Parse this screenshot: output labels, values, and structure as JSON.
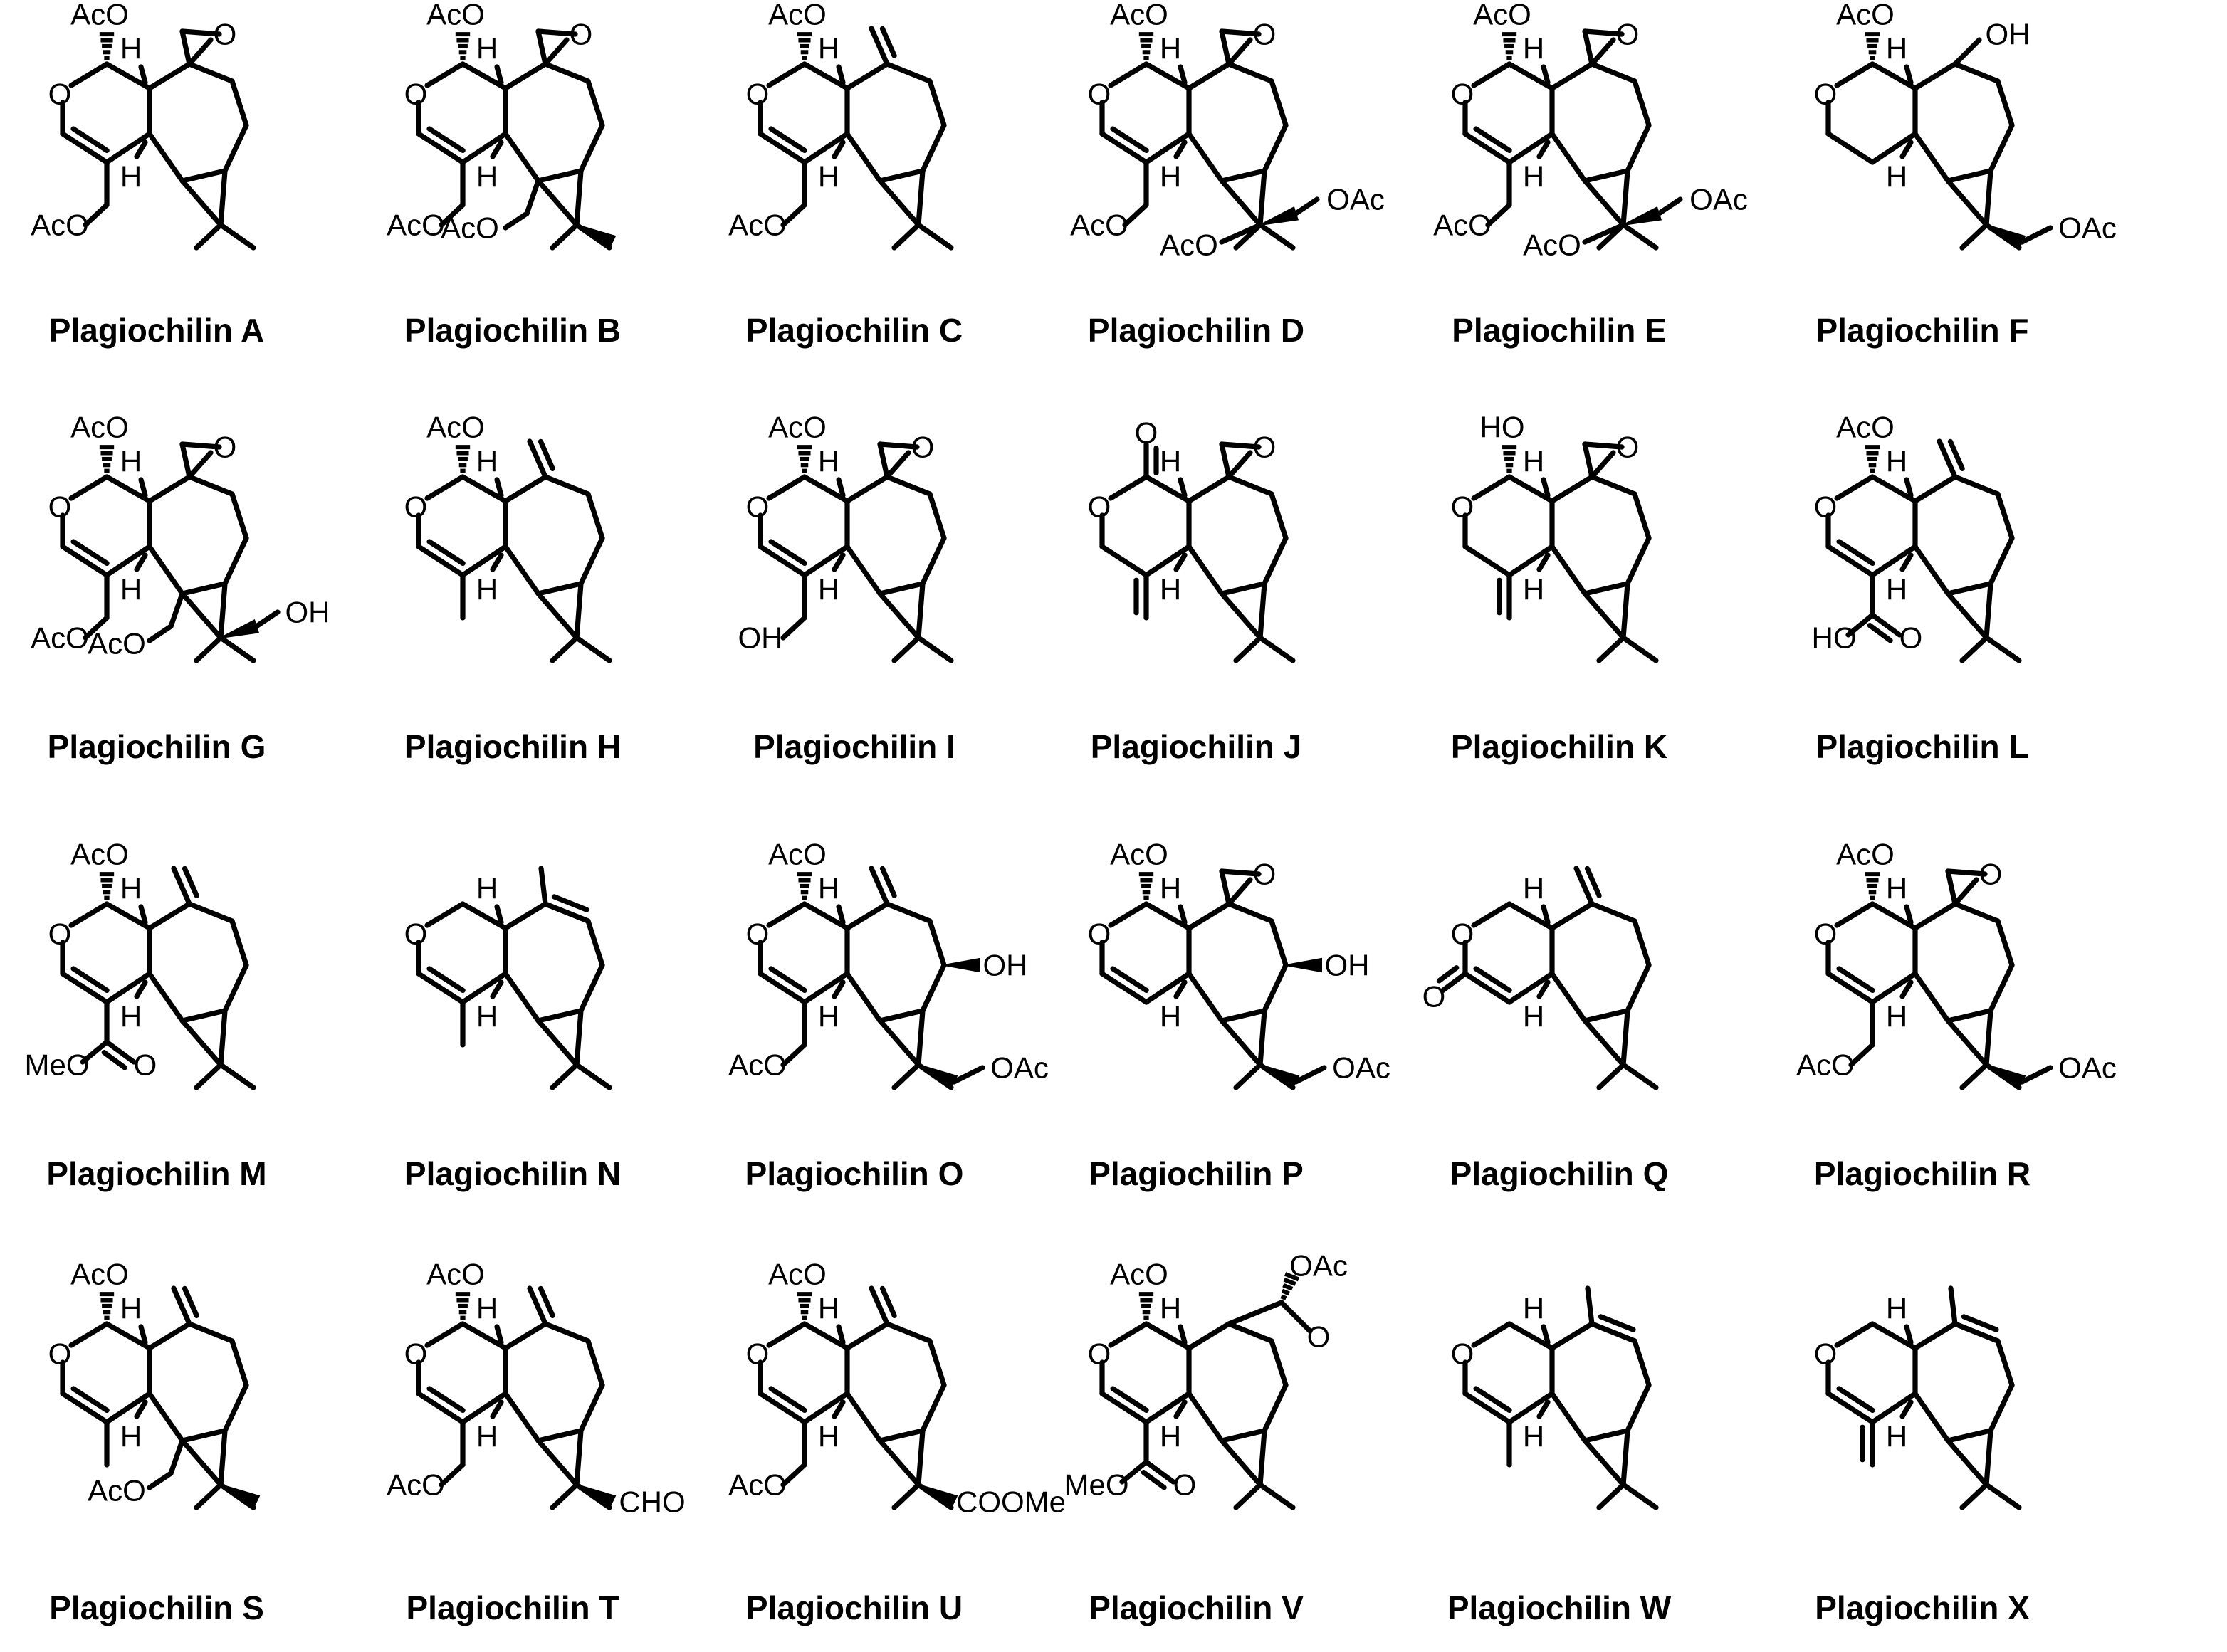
{
  "figure": {
    "compounds": [
      {
        "name": "Plagiochilin A"
      },
      {
        "name": "Plagiochilin B"
      },
      {
        "name": "Plagiochilin C"
      },
      {
        "name": "Plagiochilin D"
      },
      {
        "name": "Plagiochilin E"
      },
      {
        "name": "Plagiochilin F"
      },
      {
        "name": "Plagiochilin G"
      },
      {
        "name": "Plagiochilin H"
      },
      {
        "name": "Plagiochilin I"
      },
      {
        "name": "Plagiochilin J"
      },
      {
        "name": "Plagiochilin K"
      },
      {
        "name": "Plagiochilin L"
      },
      {
        "name": "Plagiochilin M"
      },
      {
        "name": "Plagiochilin N"
      },
      {
        "name": "Plagiochilin O"
      },
      {
        "name": "Plagiochilin P"
      },
      {
        "name": "Plagiochilin Q"
      },
      {
        "name": "Plagiochilin R"
      },
      {
        "name": "Plagiochilin S"
      },
      {
        "name": "Plagiochilin T"
      },
      {
        "name": "Plagiochilin U"
      },
      {
        "name": "Plagiochilin V"
      },
      {
        "name": "Plagiochilin W"
      },
      {
        "name": "Plagiochilin X"
      }
    ]
  },
  "labels": {
    "AcO": "AcO",
    "OAc": "OAc",
    "O": "O",
    "H": "H",
    "OH": "OH",
    "HO": "HO",
    "MeO": "MeO",
    "CHO": "CHO",
    "COOMe": "COOMe"
  }
}
